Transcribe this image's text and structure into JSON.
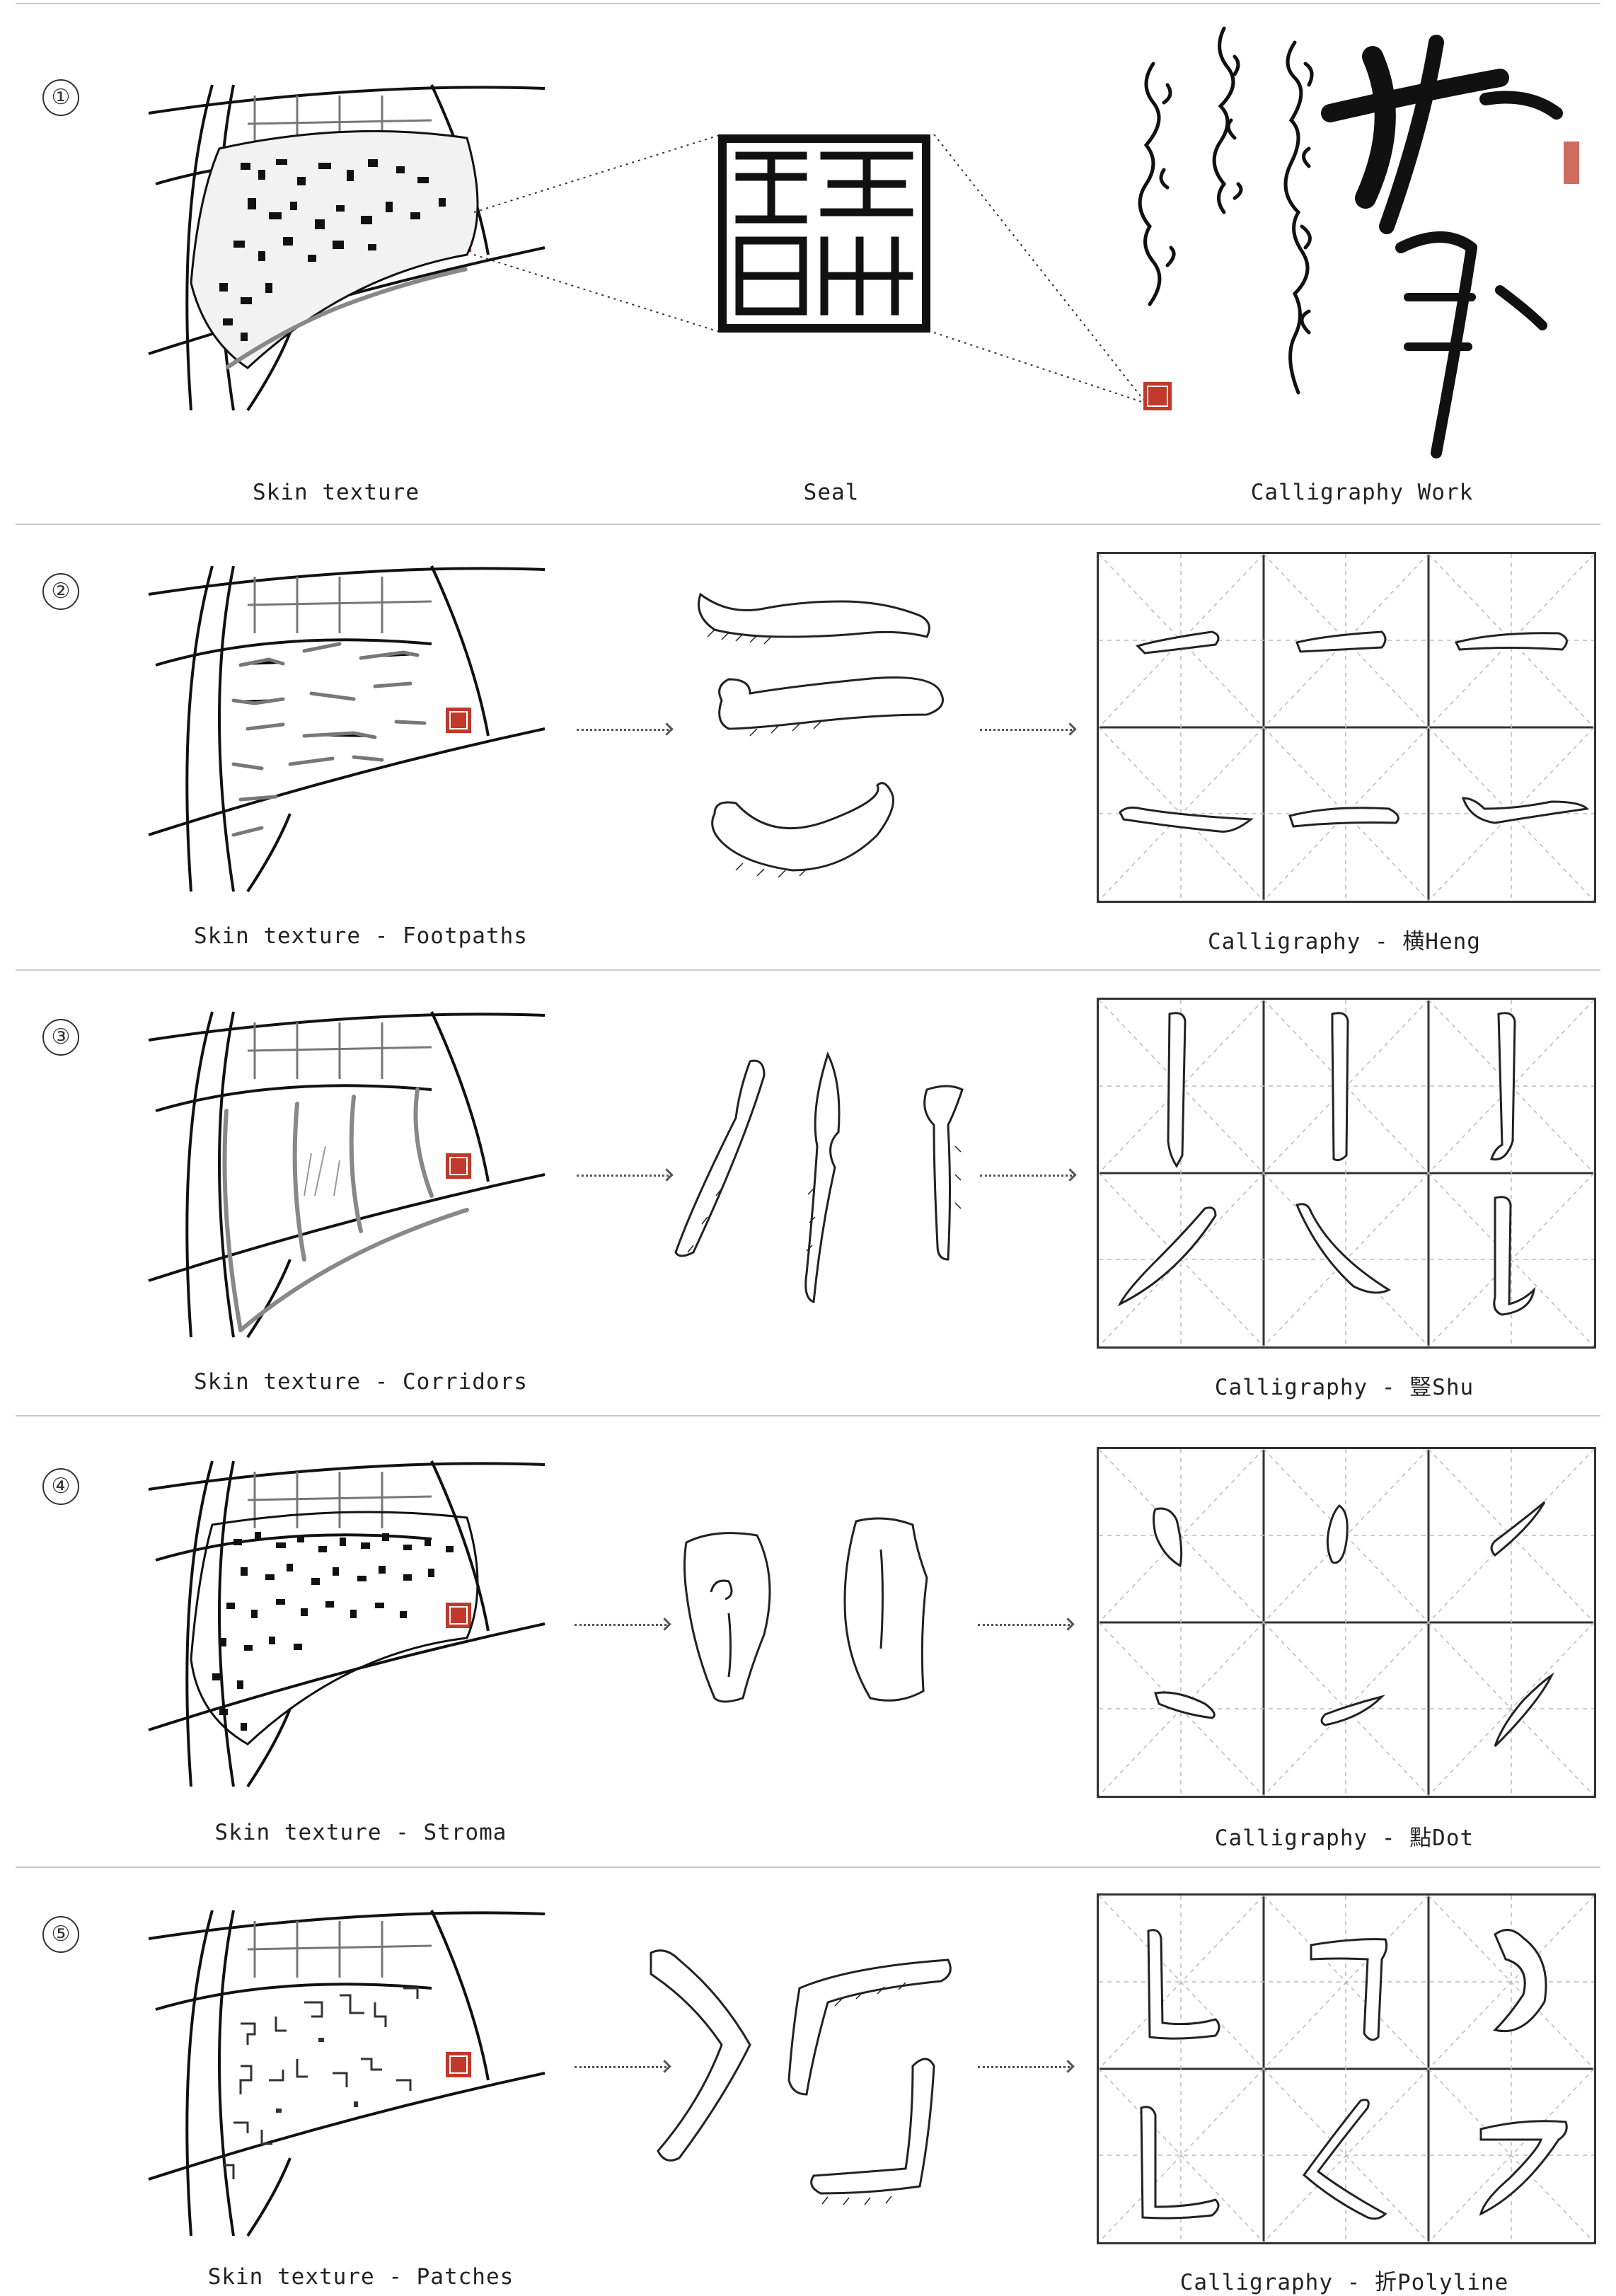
{
  "rows": [
    {
      "number": "①",
      "labels": {
        "left": "Skin texture",
        "middle": "Seal",
        "right": "Calligraphy Work"
      }
    },
    {
      "number": "②",
      "labels": {
        "left": "Skin texture - Footpaths",
        "right": "Calligraphy - 横Heng"
      }
    },
    {
      "number": "③",
      "labels": {
        "left": "Skin texture - Corridors",
        "right": "Calligraphy - 豎Shu"
      }
    },
    {
      "number": "④",
      "labels": {
        "left": "Skin texture - Stroma",
        "right": "Calligraphy - 點Dot"
      }
    },
    {
      "number": "⑤",
      "labels": {
        "left": "Skin texture -  Patches",
        "right": "Calligraphy - 折Polyline"
      }
    }
  ],
  "colors": {
    "seal_red": "#c0392b",
    "ink": "#111111",
    "rule": "#c8c8c8"
  }
}
